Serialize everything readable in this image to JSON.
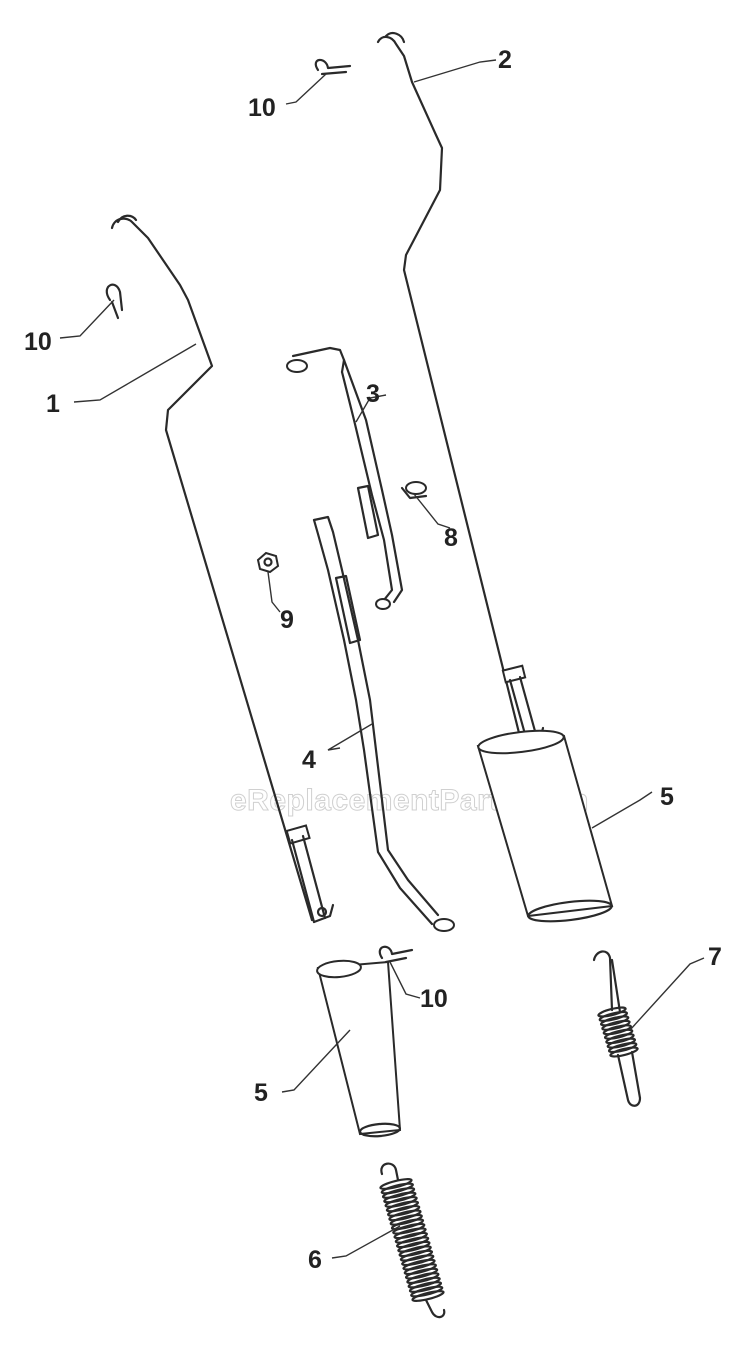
{
  "watermark": "eReplacementParts.com",
  "callouts": [
    {
      "id": "c-1",
      "label": "1"
    },
    {
      "id": "c-2",
      "label": "2"
    },
    {
      "id": "c-3",
      "label": "3"
    },
    {
      "id": "c-4",
      "label": "4"
    },
    {
      "id": "c-5a",
      "label": "5"
    },
    {
      "id": "c-5b",
      "label": "5"
    },
    {
      "id": "c-6",
      "label": "6"
    },
    {
      "id": "c-7",
      "label": "7"
    },
    {
      "id": "c-8",
      "label": "8"
    },
    {
      "id": "c-9",
      "label": "9"
    },
    {
      "id": "c-10a",
      "label": "10"
    },
    {
      "id": "c-10b",
      "label": "10"
    },
    {
      "id": "c-10c",
      "label": "10"
    }
  ],
  "colors": {
    "line": "#2a2a2a",
    "background": "#ffffff",
    "watermark_outline": "#d0d0d0"
  }
}
